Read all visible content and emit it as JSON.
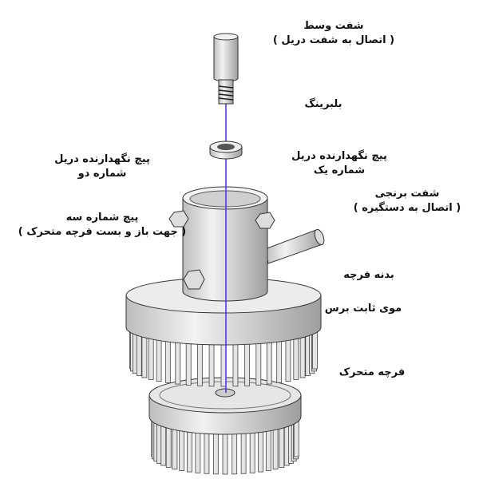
{
  "labels": {
    "middle_shaft": {
      "title": "شفت وسط",
      "note": "( اتصال به شفت دریل )"
    },
    "bearing": {
      "title": "بلبرینگ"
    },
    "drill_screw_one": {
      "title": "پیچ نگهدارنده دریل",
      "note": "شماره یک"
    },
    "brass_shaft": {
      "title": "شفت برنجی",
      "note": "( اتصال به دستگیره )"
    },
    "drill_screw_two": {
      "title": "پیچ نگهدارنده دریل",
      "note": "شماره دو"
    },
    "screw_three": {
      "title": "پیچ شماره سه",
      "note": "( جهت باز و بست فرچه متحرک )"
    },
    "brush_body": {
      "title": "بدنه فرچه"
    },
    "fixed_bristles": {
      "title": "موی ثابت برس"
    },
    "moving_brush": {
      "title": "فرچه متحرک"
    }
  },
  "colors": {
    "axis_line": "#5a2bd6",
    "metal": "#d8d8d8",
    "outline": "#333333"
  }
}
